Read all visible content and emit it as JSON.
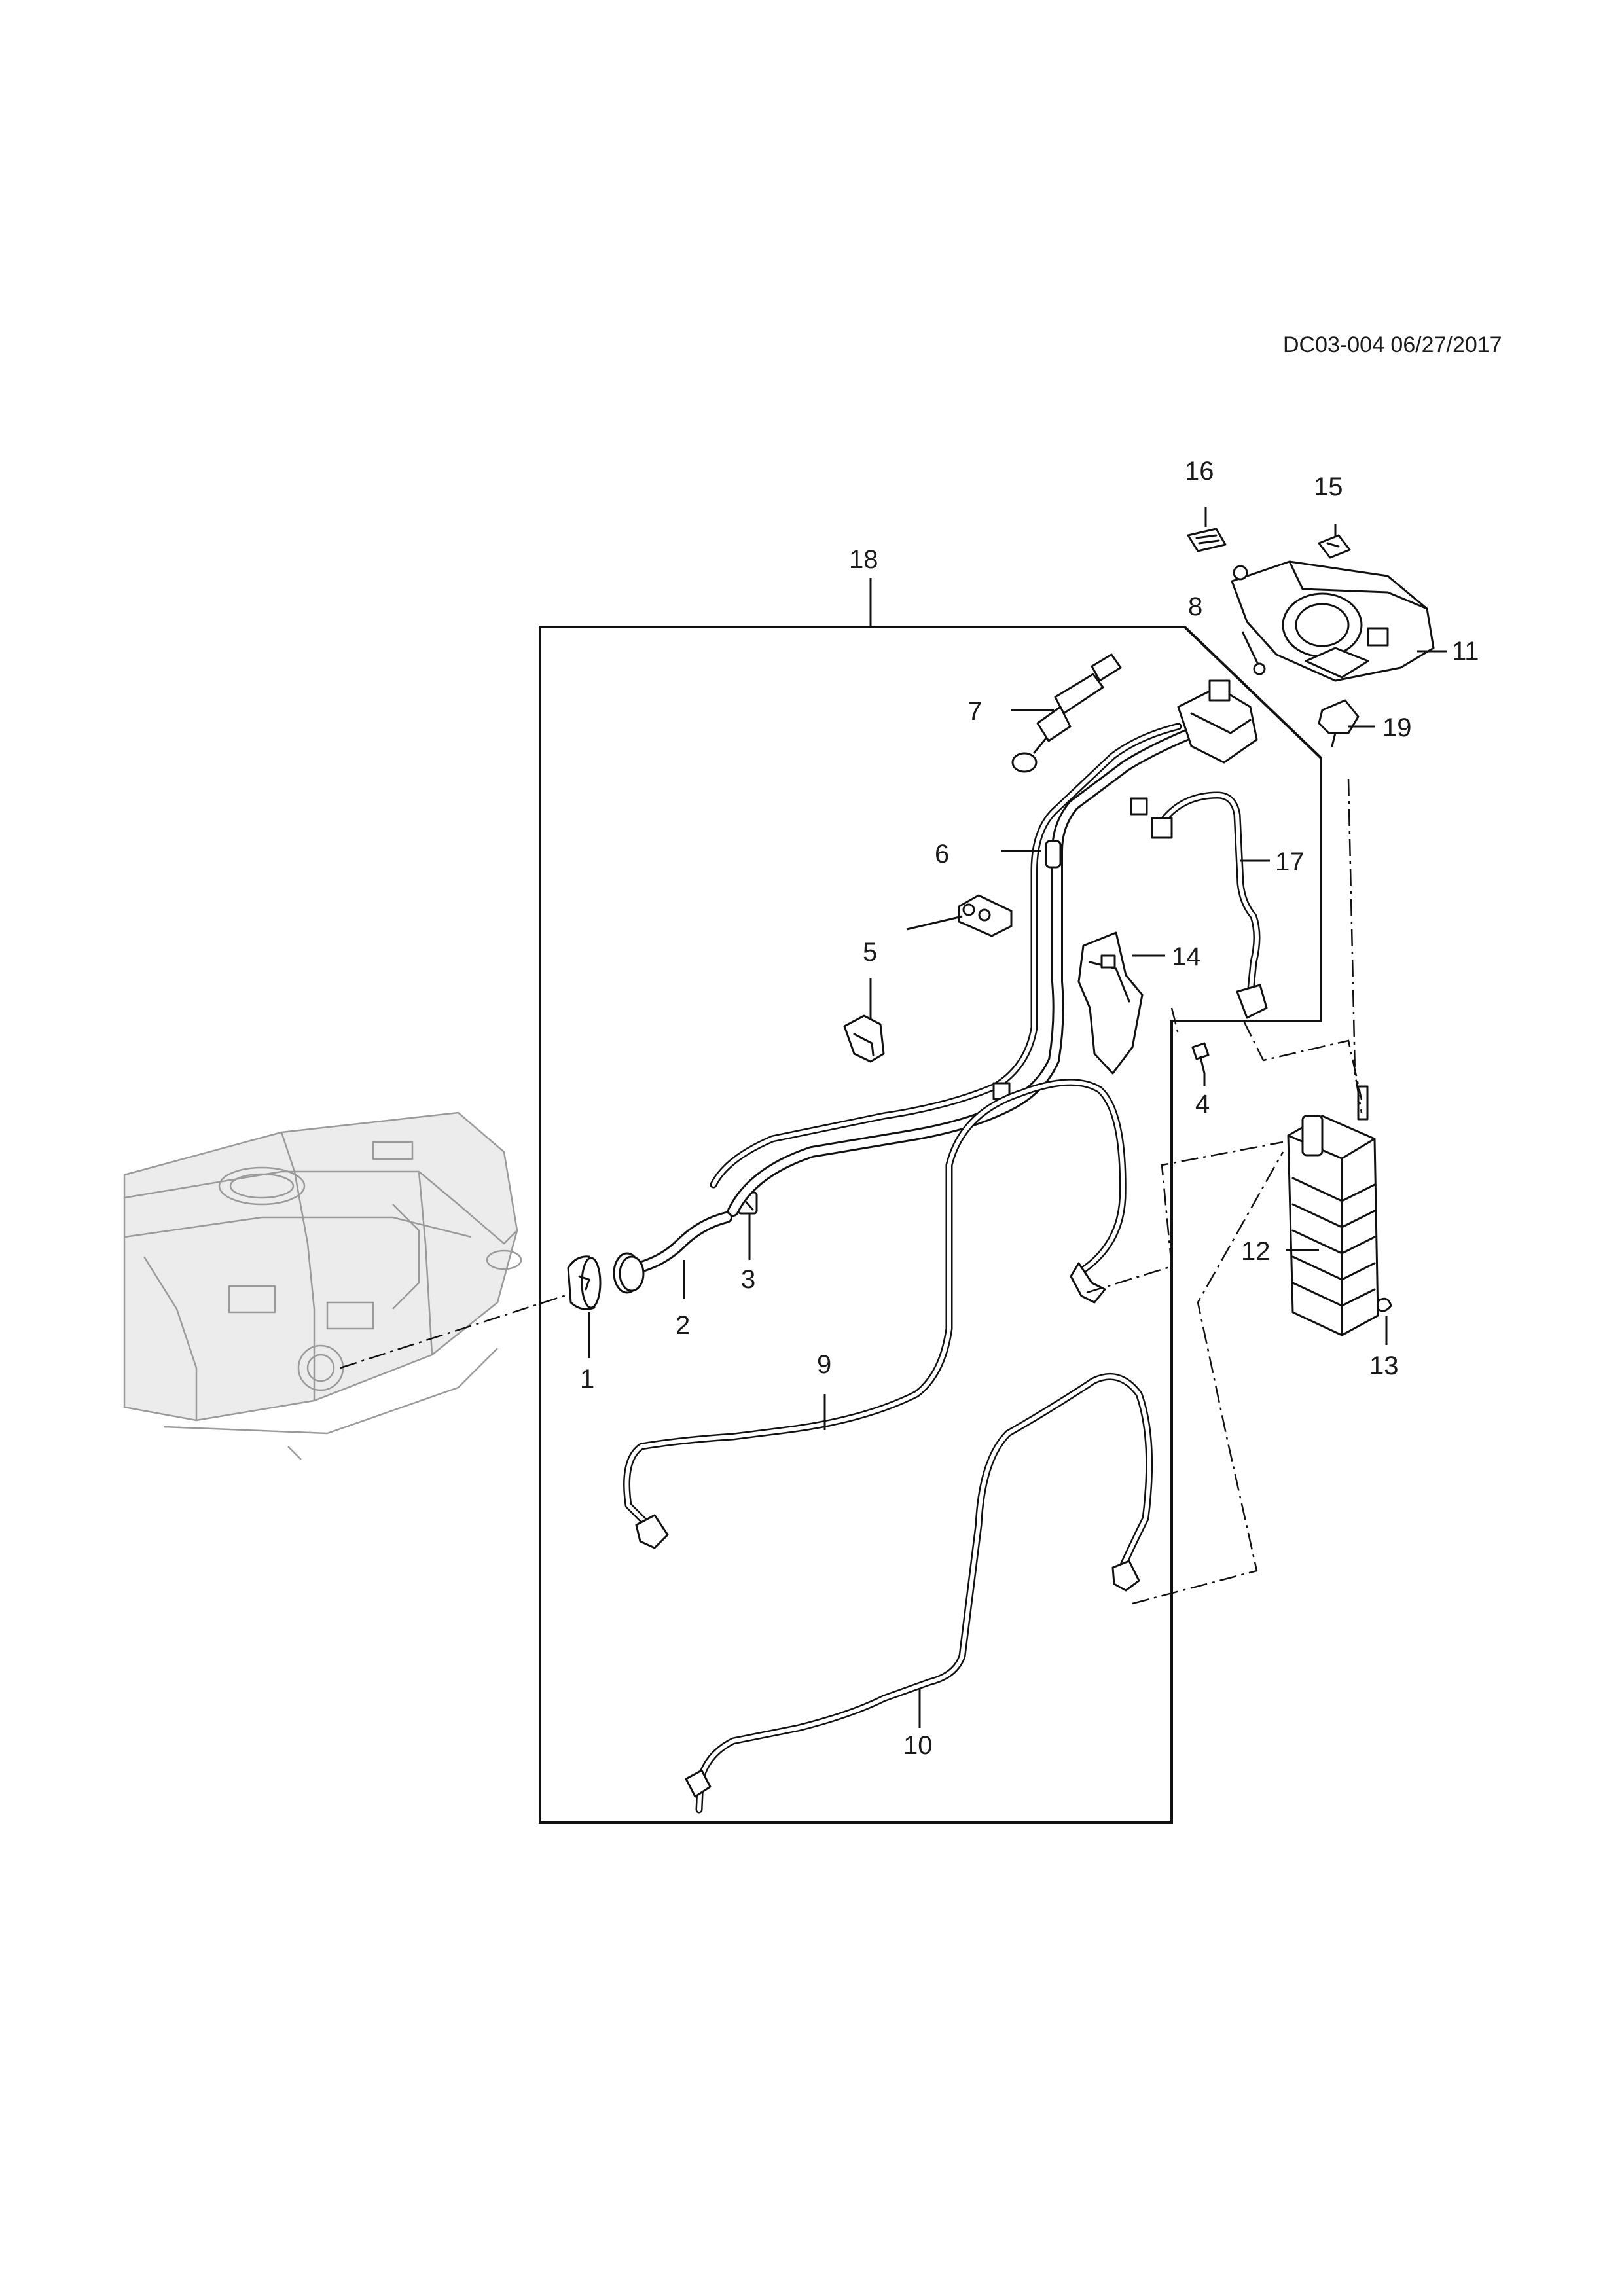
{
  "document": {
    "code": "DC03-004 06/27/2017"
  },
  "callouts": [
    "1",
    "2",
    "3",
    "4",
    "5",
    "6",
    "7",
    "8",
    "9",
    "10",
    "11",
    "12",
    "13",
    "14",
    "15",
    "16",
    "17",
    "18",
    "19"
  ]
}
